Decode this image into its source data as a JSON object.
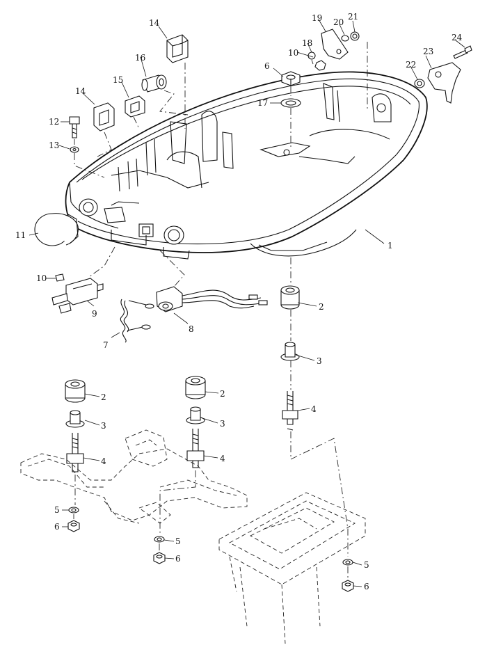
{
  "callouts": {
    "p1": "1",
    "p2": "2",
    "p3": "3",
    "p4": "4",
    "p5": "5",
    "p6": "6",
    "p7": "7",
    "p8": "8",
    "p9": "9",
    "p10": "10",
    "p11": "11",
    "p12": "12",
    "p13": "13",
    "p14": "14",
    "p15": "15",
    "p16": "16",
    "p17": "17",
    "p18": "18",
    "p19": "19",
    "p20": "20",
    "p21": "21",
    "p22": "22",
    "p23": "23",
    "p24": "24"
  }
}
